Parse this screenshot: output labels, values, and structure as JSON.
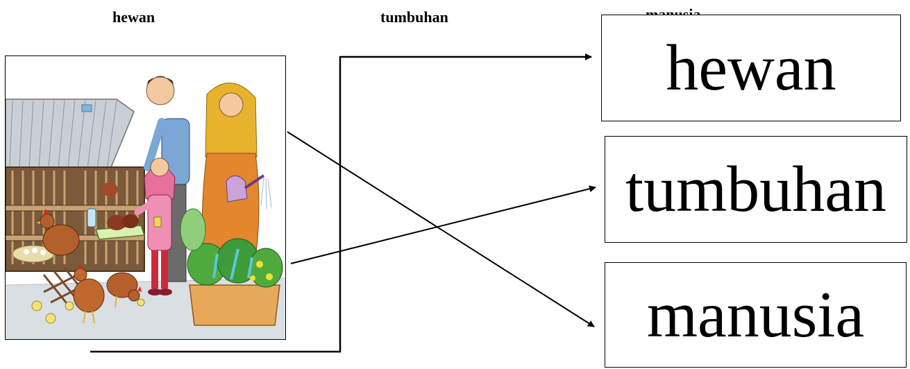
{
  "header_labels": {
    "first": "hewan",
    "second": "tumbuhan",
    "third": "manusia"
  },
  "word_boxes": [
    {
      "text": "hewan"
    },
    {
      "text": "tumbuhan"
    },
    {
      "text": "manusia"
    }
  ],
  "illustration": {
    "subject": "family feeding chickens and watering plants",
    "icon": "family-farm-illustration"
  },
  "colors": {
    "line": "#000000",
    "hijab_pink": "#e8719b",
    "hijab_yellow": "#e9b22c",
    "dress_orange": "#e4862d",
    "shirt_blue": "#7aa7d6",
    "hen_brown": "#b5602c",
    "plant_green": "#3f9b3a"
  }
}
